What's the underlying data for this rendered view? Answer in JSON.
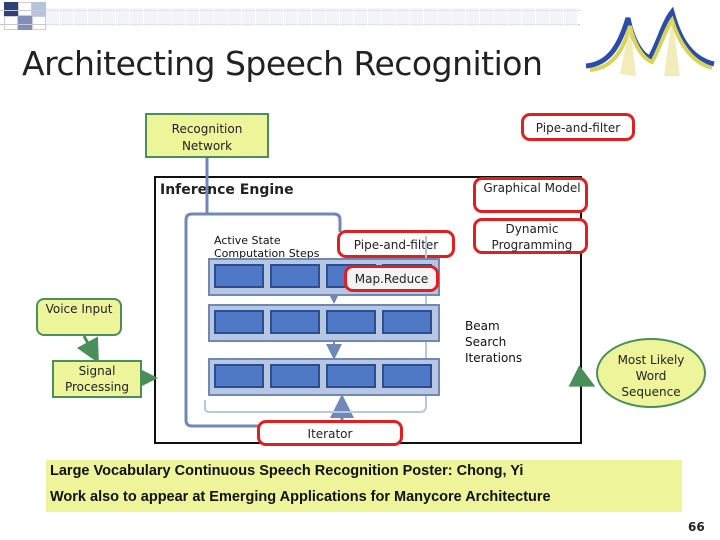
{
  "slide": {
    "title": "Architecting Speech Recognition",
    "page_number": "66"
  },
  "diagram": {
    "recognition_network": "Recognition Network",
    "pipe_and_filter_top": "Pipe-and-filter",
    "inference_engine": "Inference Engine",
    "graphical_model": "Graphical Model",
    "dynamic_programming": "Dynamic Programming",
    "active_state": "Active State Computation Steps",
    "pipe_and_filter_mid": "Pipe-and-filter",
    "map_reduce": "Map.Reduce",
    "voice_input": "Voice Input",
    "signal_processing": "Signal Processing",
    "beam_search": "Beam Search Iterations",
    "most_likely": "Most Likely Word Sequence",
    "iterator": "Iterator"
  },
  "footer": {
    "line1": "Large Vocabulary Continuous Speech Recognition Poster: Chong, Yi",
    "line2": "Work also to appear at Emerging Applications for Manycore Architecture"
  },
  "colors": {
    "pattern_outline": "#e02020",
    "component_fill": "#eef49a",
    "component_border": "#4a8f5a",
    "pipeline_fill": "#b7c7e2",
    "pipeline_unit": "#4f79c6"
  }
}
